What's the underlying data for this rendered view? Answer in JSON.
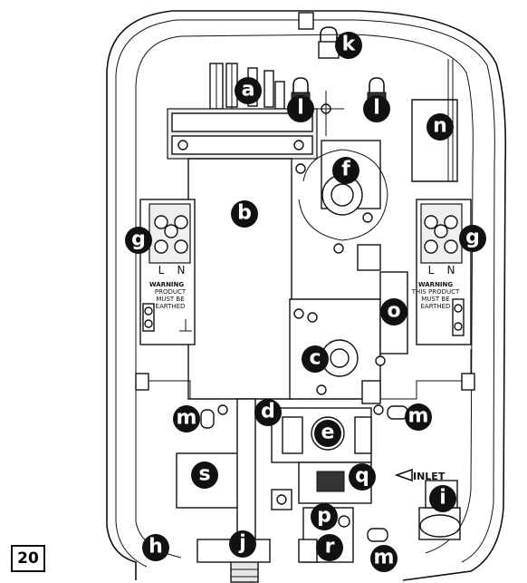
{
  "page_number": "20",
  "callouts": {
    "a": "a",
    "b": "b",
    "c": "c",
    "d": "d",
    "e": "e",
    "f": "f",
    "g": "g",
    "h": "h",
    "i": "i",
    "j": "j",
    "k": "k",
    "l": "l",
    "m": "m",
    "n": "n",
    "o": "o",
    "p": "p",
    "q": "q",
    "r": "r",
    "s": "s"
  },
  "terminal_left": {
    "l_label": "L",
    "n_label": "N",
    "warning_lines": [
      "WARNING",
      "PRODUCT",
      "MUST BE",
      "EARTHED"
    ]
  },
  "terminal_right": {
    "l_label": "L",
    "n_label": "N",
    "warning_lines": [
      "WARNING",
      "THIS PRODUCT",
      "MUST BE",
      "EARTHED"
    ]
  },
  "inlet_label": "INLET"
}
